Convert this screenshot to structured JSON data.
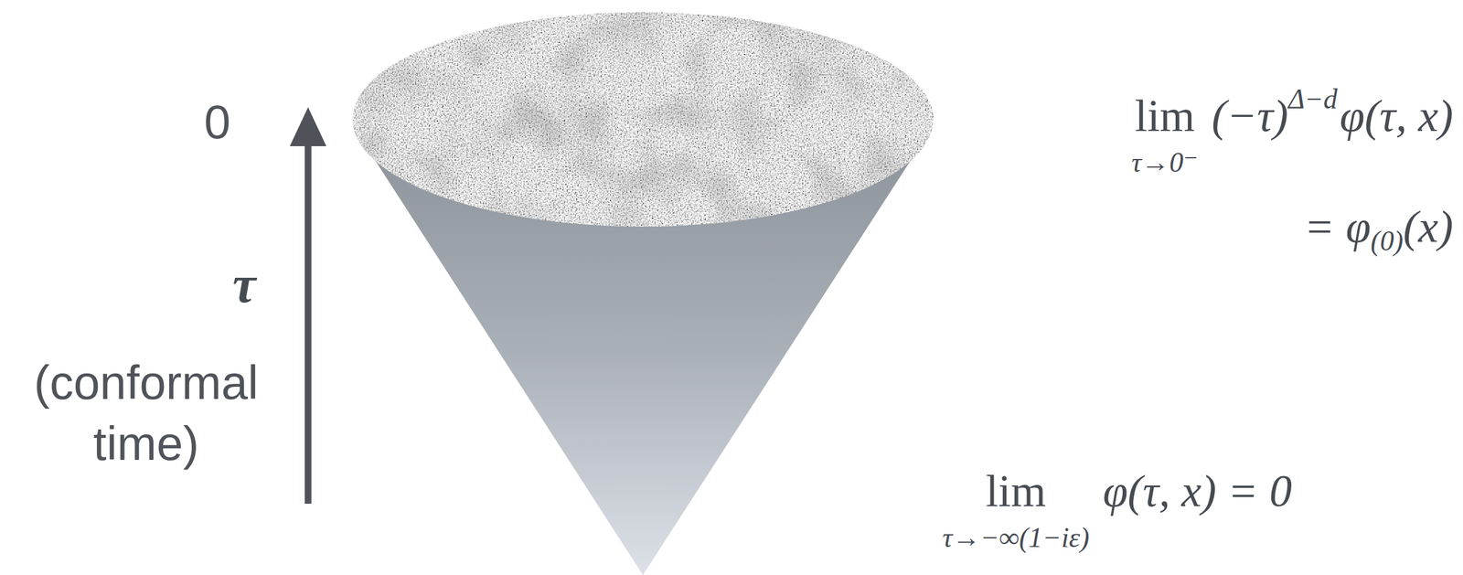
{
  "diagram": {
    "labels": [
      "0",
      "τ",
      "(conformal time)",
      "lim",
      "τ→0⁻",
      "(−τ)",
      "Δ−d",
      "φ(τ, x)",
      "= φ",
      "(0)",
      "(x)",
      "lim",
      "τ→−∞(1−iε)",
      "φ(τ, x) = 0"
    ]
  }
}
